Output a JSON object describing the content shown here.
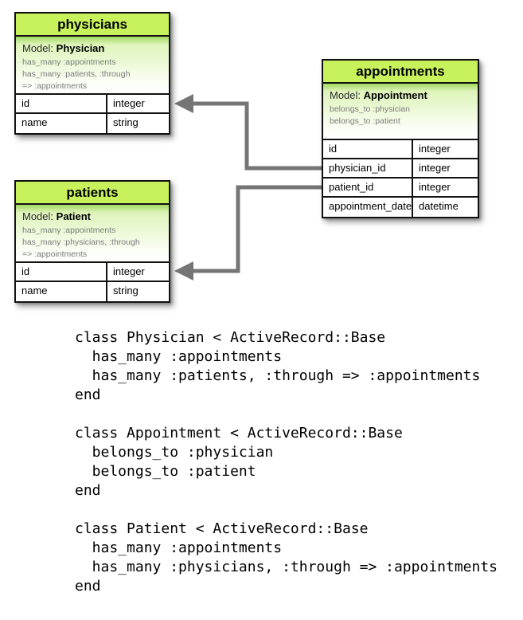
{
  "colors": {
    "header_green": "#c8f25c",
    "model_gradient_top": "#a2d95f",
    "model_gradient_mid": "#def4ba",
    "connector_gray": "#757575",
    "table_border": "#111111",
    "assoc_text": "#7b7b7b"
  },
  "diagram": {
    "tables": {
      "physicians": {
        "title": "physicians",
        "model_label": "Model:",
        "model_name": "Physician",
        "assoc": [
          "has_many :appointments",
          "has_many :patients, :through",
          "=> :appointments"
        ],
        "rows": [
          {
            "field": "id",
            "type": "integer"
          },
          {
            "field": "name",
            "type": "string"
          }
        ]
      },
      "appointments": {
        "title": "appointments",
        "model_label": "Model:",
        "model_name": "Appointment",
        "assoc": [
          "belongs_to :physician",
          "belongs_to :patient"
        ],
        "rows": [
          {
            "field": "id",
            "type": "integer"
          },
          {
            "field": "physician_id",
            "type": "integer"
          },
          {
            "field": "patient_id",
            "type": "integer"
          },
          {
            "field": "appointment_date",
            "type": "datetime"
          }
        ]
      },
      "patients": {
        "title": "patients",
        "model_label": "Model:",
        "model_name": "Patient",
        "assoc": [
          "has_many :appointments",
          "has_many :physicians, :through",
          "=> :appointments"
        ],
        "rows": [
          {
            "field": "id",
            "type": "integer"
          },
          {
            "field": "name",
            "type": "string"
          }
        ]
      }
    },
    "relations": [
      {
        "from": "appointments.physician_id",
        "to": "physicians.id"
      },
      {
        "from": "appointments.patient_id",
        "to": "patients.id"
      }
    ]
  },
  "code": {
    "blocks": [
      "class Physician < ActiveRecord::Base\n  has_many :appointments\n  has_many :patients, :through => :appointments\nend",
      "class Appointment < ActiveRecord::Base\n  belongs_to :physician\n  belongs_to :patient\nend",
      "class Patient < ActiveRecord::Base\n  has_many :appointments\n  has_many :physicians, :through => :appointments\nend"
    ]
  }
}
